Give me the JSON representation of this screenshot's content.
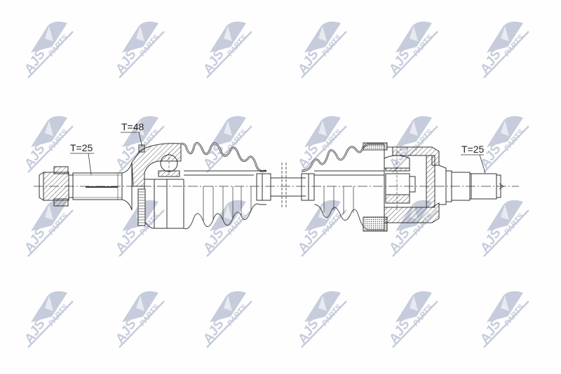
{
  "drawing": {
    "subject": "CV drive shaft (axle) technical cross-section drawing",
    "labels": {
      "left_outer_spline": "T=25",
      "abs_ring": "T=48",
      "right_inner_spline": "T=25"
    }
  },
  "watermark": {
    "brand": "AJS",
    "suffix": "PARTS",
    "color": "#c6ccdb",
    "grid": {
      "columns_x": [
        30,
        160,
        285,
        420,
        550,
        680
      ],
      "rows_y": [
        15,
        150,
        270,
        400
      ]
    }
  },
  "colors": {
    "background": "#fefefe",
    "line": "#333333",
    "hatch": "#444444"
  }
}
